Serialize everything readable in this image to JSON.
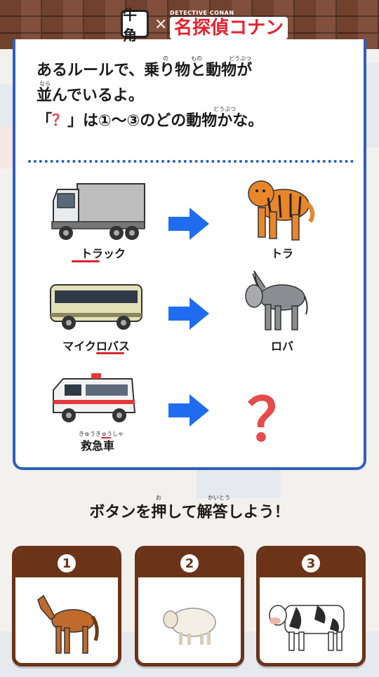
{
  "header": {
    "logo_text": "牛角",
    "times": "×",
    "conan_small": "DETECTIVE CONAN",
    "conan_big": "名探偵コナン"
  },
  "question": {
    "line1": "あるルールで、乗り物と動物が",
    "line2": "並んでいるよ。",
    "line3_open": "「",
    "line3_mark": "？",
    "line3_rest": "」は①～③のどの動物かな。",
    "ruby": {
      "no": "の",
      "mono": "もの",
      "doubutsu": "どうぶつ",
      "nara": "なら",
      "doubutsu2": "どうぶつ"
    }
  },
  "rows": [
    {
      "vehicle": "トラック",
      "animal": "トラ"
    },
    {
      "vehicle": "マイクロバス",
      "animal": "ロバ"
    },
    {
      "vehicle": "救急車",
      "vehicle_ruby": "きゅうきゅうしゃ",
      "animal": "？"
    }
  ],
  "prompt": {
    "text": "ボタンを押して解答しよう！",
    "ruby_o": "お",
    "ruby_kaitou": "かいとう"
  },
  "options": [
    {
      "number": "1",
      "animal_icon": "horse-icon"
    },
    {
      "number": "2",
      "animal_icon": "sheep-icon"
    },
    {
      "number": "3",
      "animal_icon": "cow-icon"
    }
  ],
  "colors": {
    "panel_border": "#2e5fbe",
    "arrow": "#1f6cf0",
    "question_mark": "#e64a4a",
    "card_brown": "#6b3318",
    "underline": "#d8262e"
  }
}
